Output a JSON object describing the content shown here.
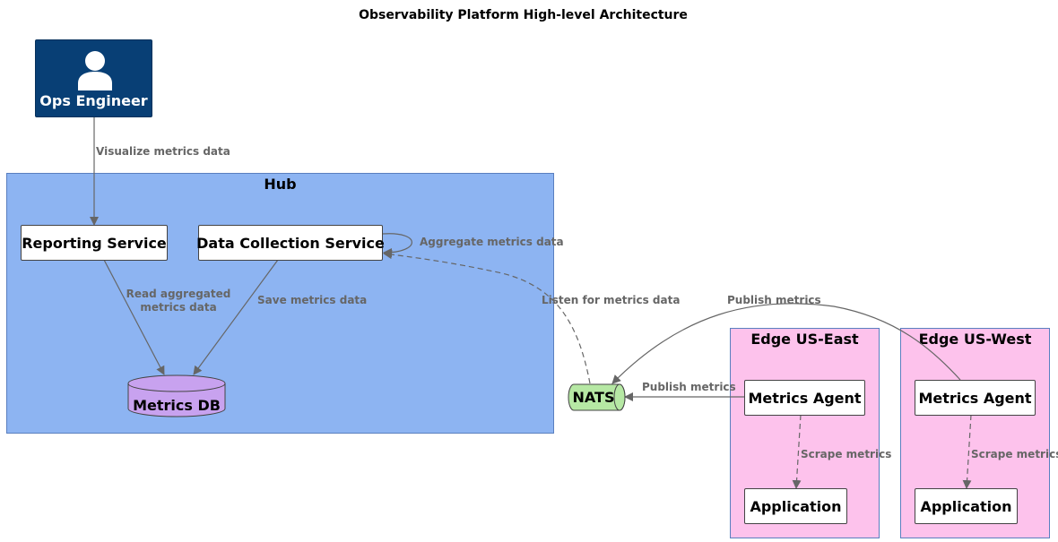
{
  "title": "Observability Platform High-level Architecture",
  "actor": {
    "label": "Ops Engineer",
    "icon": "person-icon"
  },
  "groups": {
    "hub": "Hub",
    "edge_east": "Edge US-East",
    "edge_west": "Edge US-West"
  },
  "nodes": {
    "reporting_service": "Reporting Service",
    "data_collection_service": "Data Collection Service",
    "metrics_db": "Metrics DB",
    "nats": "NATS",
    "east_metrics_agent": "Metrics Agent",
    "east_application": "Application",
    "west_metrics_agent": "Metrics Agent",
    "west_application": "Application"
  },
  "edges": {
    "visualize": "Visualize metrics data",
    "aggregate": "Aggregate metrics data",
    "read_aggregated_line1": "Read aggregated",
    "read_aggregated_line2": "metrics data",
    "save_metrics": "Save metrics data",
    "listen": "Listen for metrics data",
    "publish_east": "Publish metrics",
    "publish_west": "Publish metrics",
    "scrape_east": "Scrape metrics",
    "scrape_west": "Scrape metrics"
  },
  "colors": {
    "actor_fill": "#083F75",
    "hub_fill": "#8DB4F2",
    "edge_fill": "#FDC2EC",
    "db_fill": "#C8A2EF",
    "nats_fill": "#B6E8A4",
    "arrow": "#666666"
  }
}
